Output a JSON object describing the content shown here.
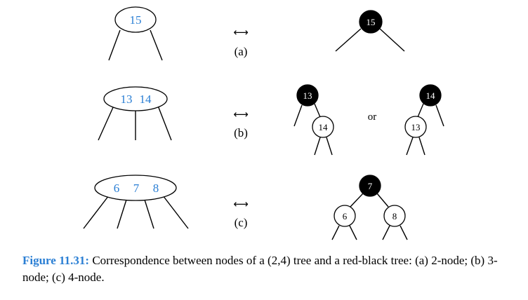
{
  "rows": [
    {
      "tag": "(a)",
      "multiway_keys": [
        "15"
      ],
      "rb_variants": [
        {
          "root": {
            "key": "15",
            "color": "black"
          }
        }
      ]
    },
    {
      "tag": "(b)",
      "multiway_keys": [
        "13",
        "14"
      ],
      "rb_variants": [
        {
          "root": {
            "key": "13",
            "color": "black"
          },
          "right_child": {
            "key": "14",
            "color": "red"
          }
        },
        {
          "root": {
            "key": "14",
            "color": "black"
          },
          "left_child": {
            "key": "13",
            "color": "red"
          }
        }
      ],
      "or_label": "or"
    },
    {
      "tag": "(c)",
      "multiway_keys": [
        "6",
        "7",
        "8"
      ],
      "rb_variants": [
        {
          "root": {
            "key": "7",
            "color": "black"
          },
          "left_child": {
            "key": "6",
            "color": "red"
          },
          "right_child": {
            "key": "8",
            "color": "red"
          }
        }
      ]
    }
  ],
  "arrow_symbol": "⟷",
  "caption": {
    "label": "Figure 11.31:",
    "text_before_math": "Correspondence between nodes of a ",
    "math": "(2,4)",
    "text_after_math": " tree and a red-black tree: (a) 2-node; (b) 3-node; (c) 4-node."
  },
  "colors": {
    "key_text": "#2b7fd4",
    "caption_label": "#2b7fd4",
    "black_node": "#000000",
    "red_node_fill": "#ffffff"
  }
}
